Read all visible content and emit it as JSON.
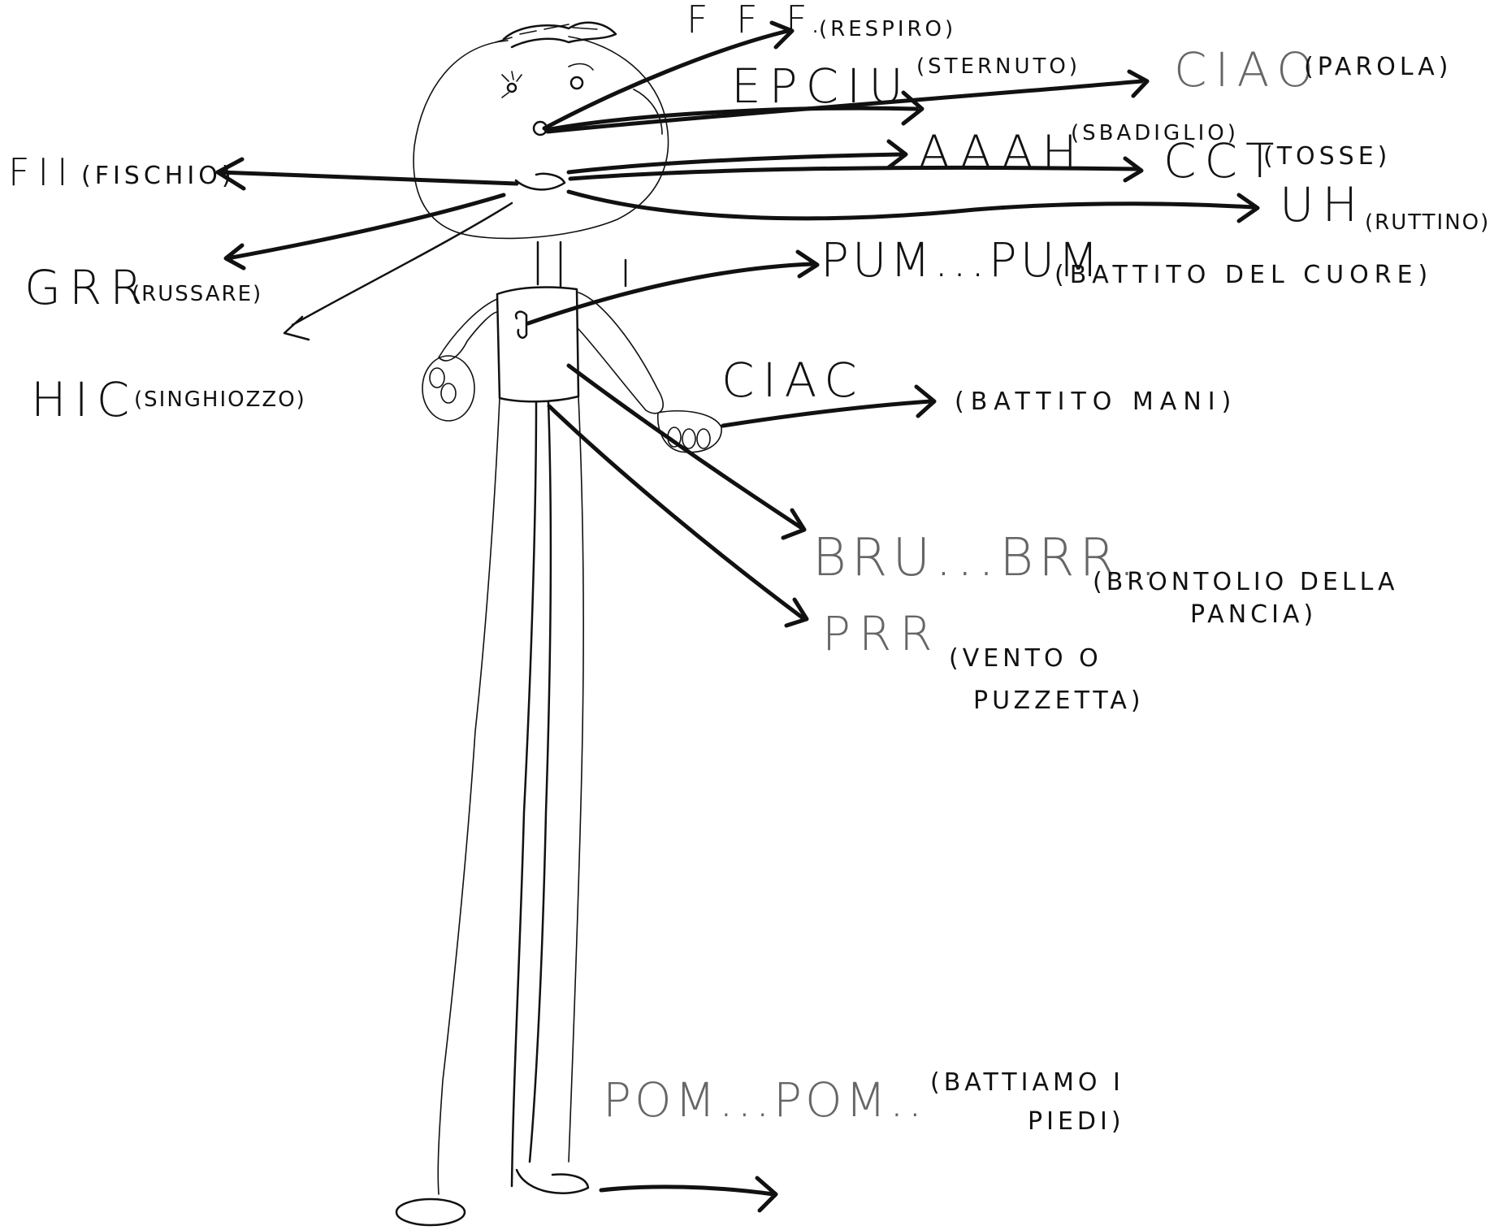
{
  "figure": {
    "background": "#ffffff",
    "ink": "#111111"
  },
  "labels": {
    "respiro": {
      "sound": "F F F.",
      "meaning": "(RESPIRO)"
    },
    "sternuto": {
      "sound": "EPCIU",
      "meaning": "(STERNUTO)"
    },
    "parola": {
      "sound": "CIAO",
      "meaning": "(PAROLA)"
    },
    "sbadiglio": {
      "sound": "AAAH",
      "meaning": "(SBADIGLIO)"
    },
    "tosse": {
      "sound": "CCT",
      "meaning": "(TOSSE)"
    },
    "ruttino": {
      "sound": "UH",
      "meaning": "(RUTTINO)"
    },
    "fischio": {
      "sound": "FII",
      "meaning": "(FISCHIO)"
    },
    "russare": {
      "sound": "GRR",
      "meaning": "(RUSSARE)"
    },
    "singhiozzo": {
      "sound": "HIC",
      "meaning": "(SINGHIOZZO)"
    },
    "cuore": {
      "sound": "PUM...PUM",
      "meaning": "(BATTITO DEL CUORE)"
    },
    "mani": {
      "sound": "CIAC",
      "meaning": "(BATTITO MANI)"
    },
    "pancia": {
      "sound": "BRU...BRR..",
      "meaning_line1": "(BRONTOLIO DELLA",
      "meaning_line2": "PANCIA)"
    },
    "puzzetta": {
      "sound": "PRR",
      "meaning_line1": "(VENTO O",
      "meaning_line2": "PUZZETTA)"
    },
    "piedi": {
      "sound": "POM...POM..",
      "meaning_line1": "(BATTIAMO I",
      "meaning_line2": "PIEDI)"
    }
  }
}
